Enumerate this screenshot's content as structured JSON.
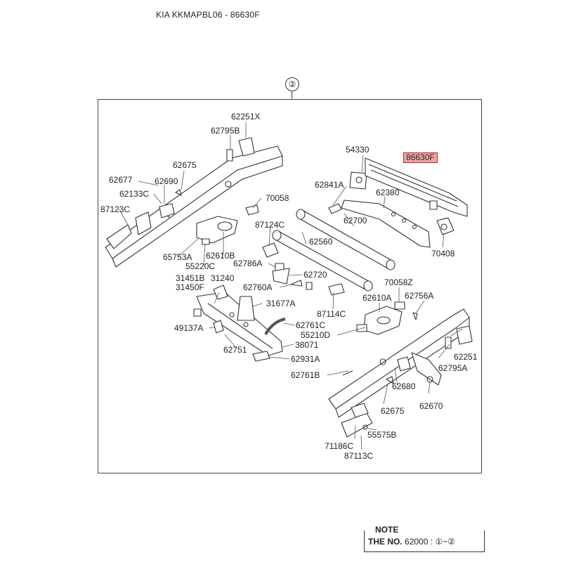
{
  "header": {
    "title": "KIA KKMAPBL06 - 86630F"
  },
  "diagram": {
    "group_marker": "②",
    "highlighted_part": "86630F",
    "parts": [
      "62251X",
      "62795B",
      "62675",
      "62677",
      "62690",
      "62133C",
      "87123C",
      "70058",
      "65753A",
      "62610B",
      "55220C",
      "87124C",
      "62786A",
      "62720",
      "62760A",
      "31451B",
      "31240",
      "31450F",
      "31677A",
      "49137A",
      "62761C",
      "55210D",
      "62751",
      "38071",
      "62931A",
      "62761B",
      "54330",
      "86630F",
      "62841A",
      "62380",
      "62700",
      "62560",
      "70408",
      "87114C",
      "62610A",
      "70058Z",
      "62756A",
      "62251",
      "62795A",
      "62680",
      "62675",
      "62670",
      "71186C",
      "55575B",
      "87113C"
    ]
  },
  "note": {
    "title": "NOTE",
    "label": "THE NO.",
    "value": "62000 : ①~②"
  }
}
